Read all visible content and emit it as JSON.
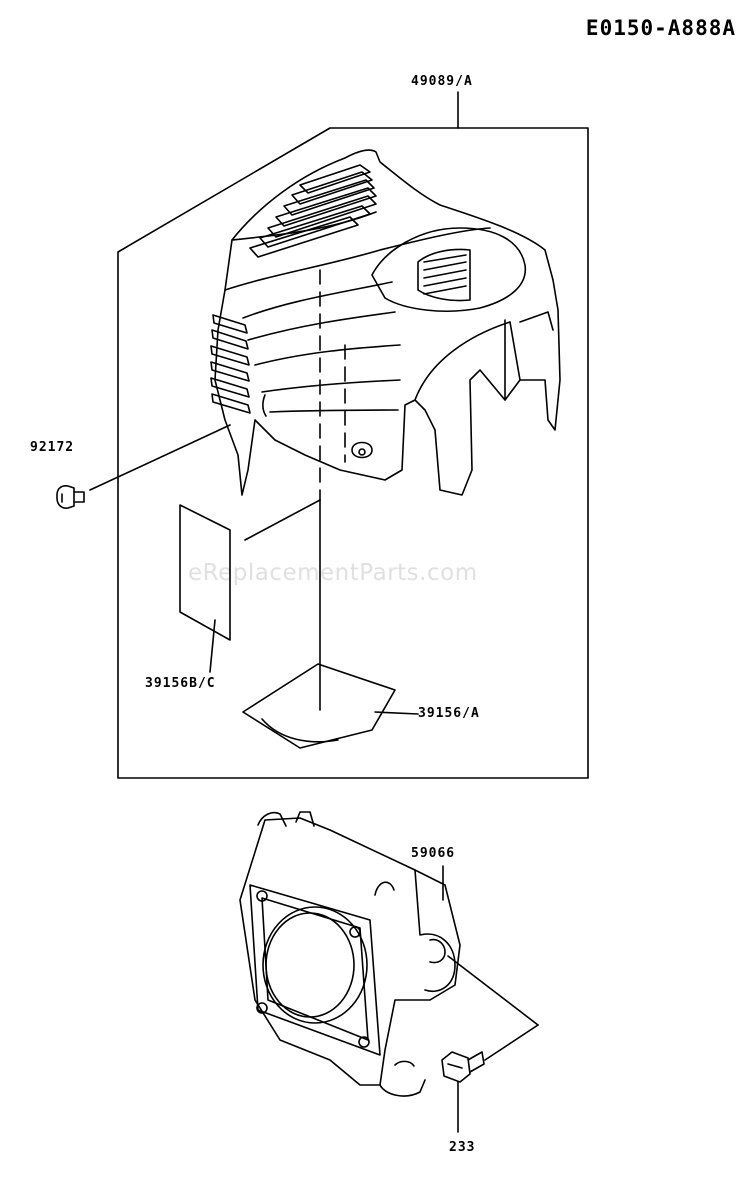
{
  "diagram_code": "E0150-A888A",
  "watermark": "eReplacementParts.com",
  "callouts": [
    {
      "id": "cover",
      "part_number": "49089/A"
    },
    {
      "id": "screw-cover",
      "part_number": "92172"
    },
    {
      "id": "label-side",
      "part_number": "39156B/C"
    },
    {
      "id": "label-bottom",
      "part_number": "39156/A"
    },
    {
      "id": "housing",
      "part_number": "59066"
    },
    {
      "id": "bolt",
      "part_number": "233"
    }
  ]
}
